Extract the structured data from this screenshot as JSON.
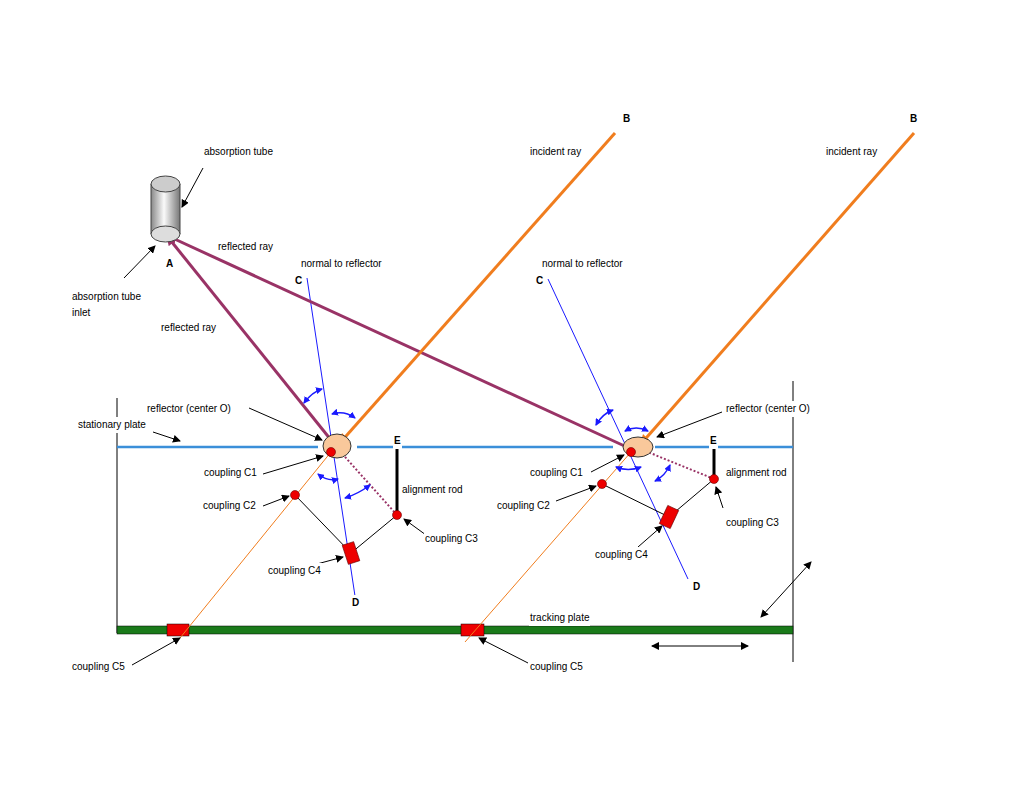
{
  "diagram": {
    "labels": [
      "absorption tube",
      "B",
      "B",
      "incident ray",
      "incident ray",
      "reflected ray",
      "A",
      "normal to reflector",
      "normal to reflector",
      "C",
      "C",
      "absorption tube inlet",
      "reflected ray",
      "reflector (center O)",
      "reflector (center O)",
      "stationary plate",
      "E",
      "E",
      "coupling C1",
      "coupling C1",
      "alignment rod",
      "alignment rod",
      "coupling C2",
      "coupling C2",
      "coupling C3",
      "coupling C3",
      "coupling C4",
      "coupling C4",
      "D",
      "D",
      "tracking plate",
      "coupling C5",
      "coupling C5"
    ]
  }
}
